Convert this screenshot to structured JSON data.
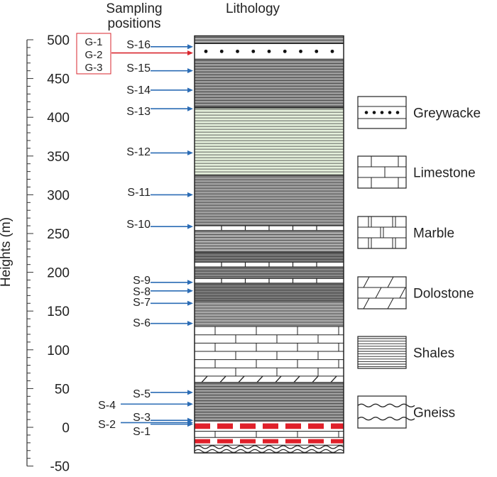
{
  "headers": {
    "sampling_line1": "Sampling",
    "sampling_line2": "positions",
    "lithology": "Lithology"
  },
  "axis": {
    "label": "Heights (m)",
    "min": -50,
    "max": 500,
    "major_step": 50,
    "minor_step": 10,
    "ticks": [
      "500",
      "450",
      "400",
      "350",
      "300",
      "250",
      "200",
      "150",
      "100",
      "50",
      "0",
      "-50"
    ]
  },
  "column": {
    "layers": [
      {
        "from": 495,
        "to": 505,
        "type": "shales",
        "fill": "#a8a8a8"
      },
      {
        "from": 475,
        "to": 495,
        "type": "greywacke",
        "fill": "#ffffff"
      },
      {
        "from": 413,
        "to": 475,
        "type": "shales",
        "fill": "#9c9c9c"
      },
      {
        "from": 412,
        "to": 413,
        "type": "contact",
        "fill": "#555555"
      },
      {
        "from": 325,
        "to": 412,
        "type": "shales",
        "fill": "#e5f0dc"
      },
      {
        "from": 260,
        "to": 325,
        "type": "shales",
        "fill": "#a0a0a0"
      },
      {
        "from": 254,
        "to": 260,
        "type": "marble",
        "fill": "#ffffff"
      },
      {
        "from": 226,
        "to": 254,
        "type": "shales",
        "fill": "#a8a8a8"
      },
      {
        "from": 213,
        "to": 226,
        "type": "shales",
        "fill": "#7a7a7a"
      },
      {
        "from": 207,
        "to": 213,
        "type": "marble",
        "fill": "#ffffff"
      },
      {
        "from": 192,
        "to": 207,
        "type": "shales",
        "fill": "#8a8a8a"
      },
      {
        "from": 186,
        "to": 192,
        "type": "marble",
        "fill": "#ffffff"
      },
      {
        "from": 163,
        "to": 186,
        "type": "shales",
        "fill": "#7a7a7a"
      },
      {
        "from": 130,
        "to": 163,
        "type": "shales",
        "fill": "#a8a8a8"
      },
      {
        "from": 66,
        "to": 130,
        "type": "limestone",
        "fill": "#ffffff"
      },
      {
        "from": 58,
        "to": 66,
        "type": "dolostone",
        "fill": "#ffffff"
      },
      {
        "from": 8,
        "to": 58,
        "type": "shales",
        "fill": "#9c9c9c"
      },
      {
        "from": -5,
        "to": 8,
        "type": "redband",
        "fill": "#ffffff"
      },
      {
        "from": -13,
        "to": -5,
        "type": "limestone",
        "fill": "#ffffff"
      },
      {
        "from": -23,
        "to": -13,
        "type": "redband",
        "fill": "#ffffff"
      },
      {
        "from": -33,
        "to": -23,
        "type": "gneiss",
        "fill": "#ffffff"
      }
    ]
  },
  "samples": [
    {
      "label": "S-16",
      "height": 491
    },
    {
      "label": "S-15",
      "height": 460
    },
    {
      "label": "S-14",
      "height": 435
    },
    {
      "label": "S-13",
      "height": 411
    },
    {
      "label": "S-12",
      "height": 354
    },
    {
      "label": "S-11",
      "height": 300
    },
    {
      "label": "S-10",
      "height": 259
    },
    {
      "label": "S-9",
      "height": 187
    },
    {
      "label": "S-8",
      "height": 176
    },
    {
      "label": "S-7",
      "height": 160
    },
    {
      "label": "S-6",
      "height": 134
    },
    {
      "label": "S-5",
      "height": 45
    },
    {
      "label": "S-4",
      "height": 30
    },
    {
      "label": "S-3",
      "height": 9
    },
    {
      "label": "S-2",
      "height": 6
    },
    {
      "label": "S-1",
      "height": 4
    }
  ],
  "g_samples": {
    "labels": [
      "G-1",
      "G-2",
      "G-3"
    ],
    "arrow_height": 483,
    "color": "#d9262e"
  },
  "colors": {
    "sample_arrow": "#2b6cb5",
    "red_band": "#e0202a",
    "frame": "#222222"
  },
  "legend": [
    {
      "type": "greywacke",
      "label": "Greywacke"
    },
    {
      "type": "limestone",
      "label": "Limestone"
    },
    {
      "type": "marble",
      "label": "Marble"
    },
    {
      "type": "dolostone",
      "label": "Dolostone"
    },
    {
      "type": "shales",
      "label": "Shales"
    },
    {
      "type": "gneiss",
      "label": "Gneiss"
    }
  ]
}
